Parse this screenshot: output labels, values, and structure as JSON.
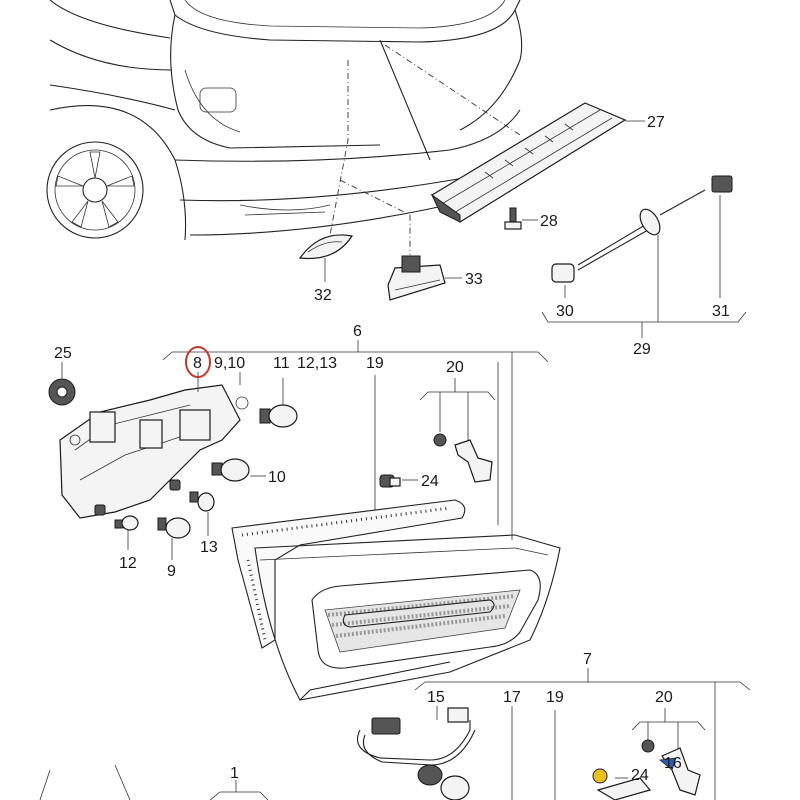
{
  "diagram": {
    "callouts": {
      "c27": "27",
      "c28": "28",
      "c33": "33",
      "c32": "32",
      "c30": "30",
      "c31": "31",
      "c29": "29",
      "c6": "6",
      "c25": "25",
      "c8": "8",
      "c9_10": "9,10",
      "c11": "11",
      "c12_13": "12,13",
      "c19a": "19",
      "c20a": "20",
      "c10": "10",
      "c24a": "24",
      "c12": "12",
      "c9": "9",
      "c13": "13",
      "c7": "7",
      "c15": "15",
      "c17": "17",
      "c19b": "19",
      "c20b": "20",
      "c24b": "24",
      "c16": "16",
      "c1": "1"
    },
    "highlight": {
      "part": "8",
      "color": "#c0392b"
    },
    "accent_colors": {
      "clip_yellow": "#e8c21a",
      "clip_blue": "#2a5db0"
    }
  }
}
